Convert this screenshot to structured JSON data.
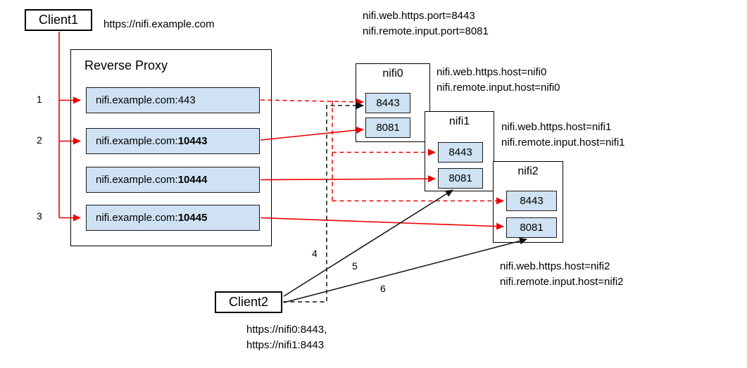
{
  "colors": {
    "arrow_red": "#ee0000",
    "arrow_black": "#111111",
    "entry_fill": "#cfe2f3"
  },
  "client1": {
    "label": "Client1",
    "url": "https://nifi.example.com"
  },
  "client2": {
    "label": "Client2",
    "url_line1": "https://nifi0:8443,",
    "url_line2": "https://nifi1:8443"
  },
  "global_config": {
    "line1": "nifi.web.https.port=8443",
    "line2": "nifi.remote.input.port=8081"
  },
  "proxy": {
    "title": "Reverse Proxy",
    "entries": [
      {
        "host": "nifi.example.com:",
        "port": "443"
      },
      {
        "host": "nifi.example.com:",
        "port": "10443"
      },
      {
        "host": "nifi.example.com:",
        "port": "10444"
      },
      {
        "host": "nifi.example.com:",
        "port": "10445"
      }
    ]
  },
  "nodes": [
    {
      "name": "nifi0",
      "web_port": "8443",
      "s2s_port": "8081",
      "config_line1": "nifi.web.https.host=nifi0",
      "config_line2": "nifi.remote.input.host=nifi0"
    },
    {
      "name": "nifi1",
      "web_port": "8443",
      "s2s_port": "8081",
      "config_line1": "nifi.web.https.host=nifi1",
      "config_line2": "nifi.remote.input.host=nifi1"
    },
    {
      "name": "nifi2",
      "web_port": "8443",
      "s2s_port": "8081",
      "config_line1": "nifi.web.https.host=nifi2",
      "config_line2": "nifi.remote.input.host=nifi2"
    }
  ],
  "flow_labels": {
    "n1": "1",
    "n2": "2",
    "n3": "3",
    "n4": "4",
    "n5": "5",
    "n6": "6"
  }
}
